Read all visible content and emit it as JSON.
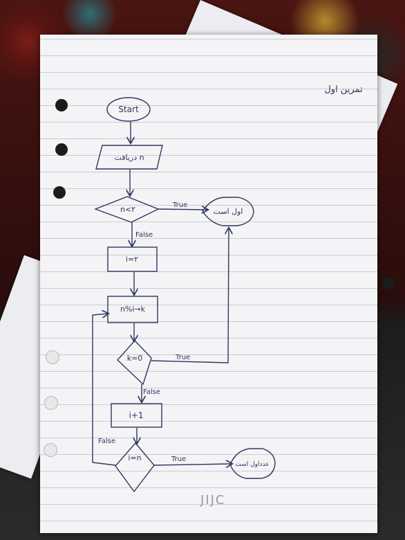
{
  "flowchart": {
    "title": "تمرین اول",
    "nodes": {
      "start": "Start",
      "input": "دریافت n",
      "cond_n": "n<۲",
      "prime_out": "اول است",
      "assign_i": "i=۲",
      "mod": "n%i→k",
      "cond_k": "k=0",
      "inc": "i+1",
      "cond_i": "i=n",
      "notprime_out": "عدداول است"
    },
    "edges": {
      "true1": "True",
      "false1": "False",
      "true2": "True",
      "false2": "False",
      "false3": "False",
      "true3": "True"
    }
  },
  "brand": "JIJC",
  "colors": {
    "ink": "#2f3560",
    "paper": "#f4f4f6",
    "line": "#c9cbd1"
  }
}
